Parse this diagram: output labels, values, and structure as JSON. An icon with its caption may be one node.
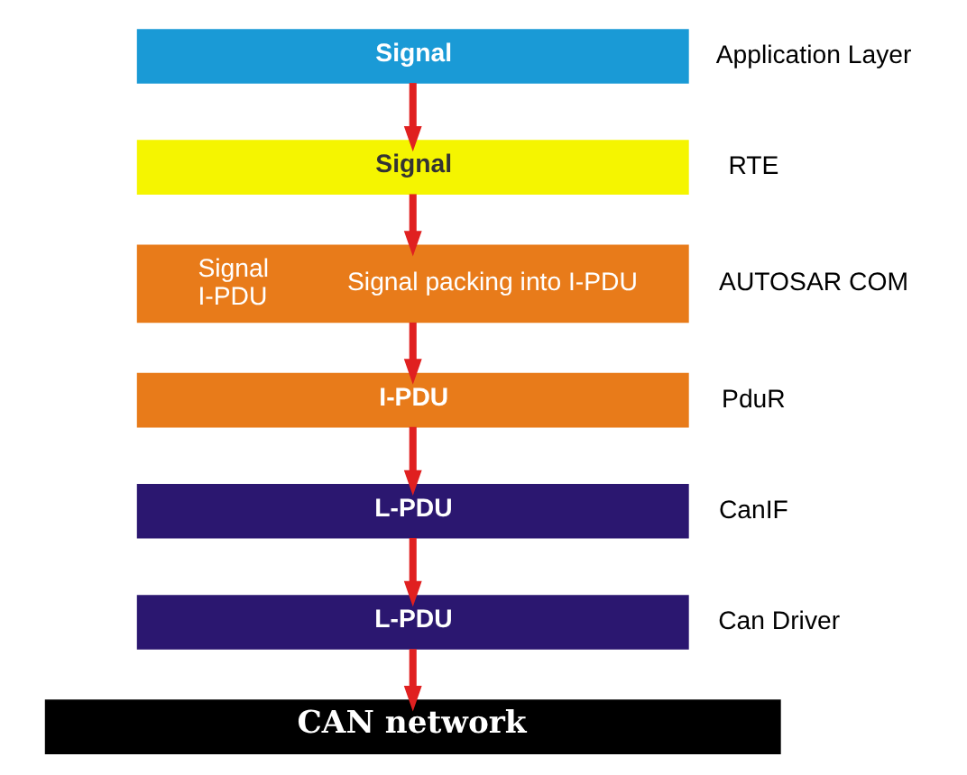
{
  "diagram": {
    "nodes": [
      {
        "text": [
          "Signal"
        ],
        "beside": [
          "Application Layer"
        ]
      },
      {
        "text": [
          "Signal"
        ],
        "beside": [
          "RTE"
        ]
      },
      {
        "text": [
          "Signal",
          "I-PDU",
          "Signal packing into I-PDU"
        ],
        "beside": [
          "AUTOSAR COM"
        ]
      },
      {
        "text": [
          "I-PDU"
        ],
        "beside": [
          "PduR"
        ]
      },
      {
        "text": [
          "L-PDU"
        ],
        "beside": [
          "CanIF"
        ]
      },
      {
        "text": [
          "L-PDU"
        ],
        "beside": [
          "Can Driver"
        ]
      },
      {
        "text": [
          "CAN network"
        ]
      }
    ],
    "edges": [
      {
        "from": 0,
        "to": 1,
        "arrow": "to"
      },
      {
        "from": 1,
        "to": 2,
        "arrow": "to"
      },
      {
        "from": 2,
        "to": 3,
        "arrow": "to"
      },
      {
        "from": 3,
        "to": 4,
        "arrow": "to"
      },
      {
        "from": 4,
        "to": 5,
        "arrow": "to"
      },
      {
        "from": 5,
        "to": 6,
        "arrow": "to"
      }
    ]
  }
}
